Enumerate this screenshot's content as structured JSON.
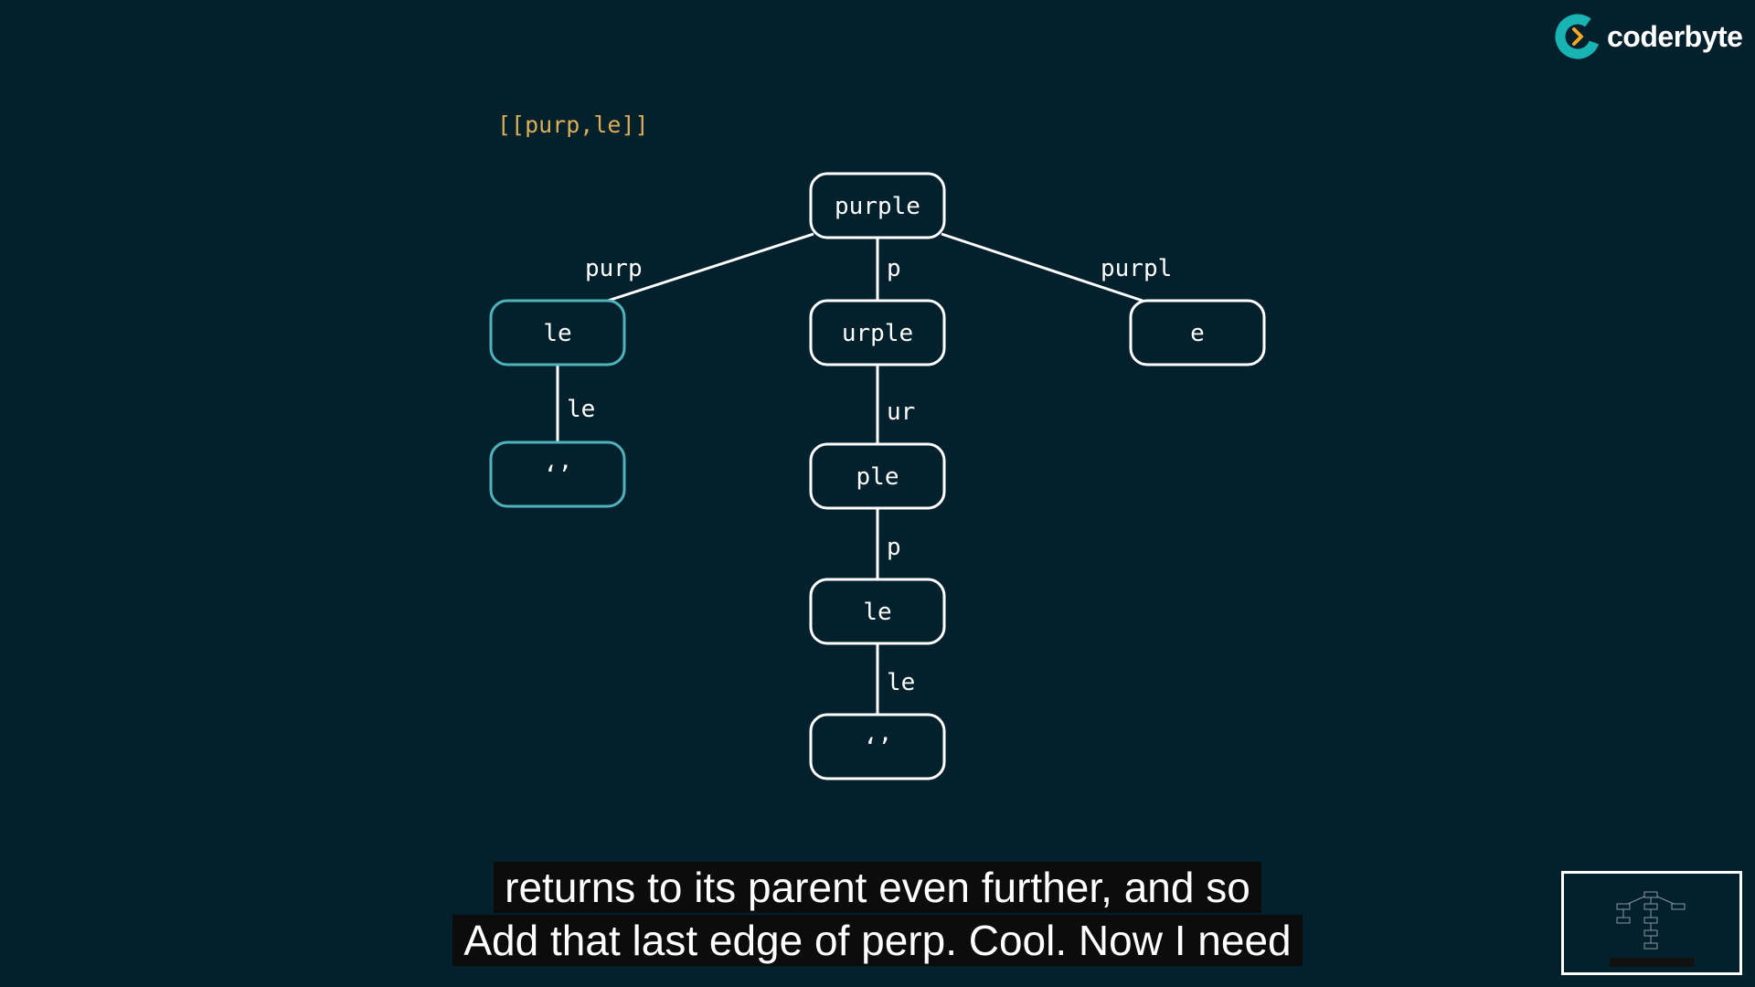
{
  "brand": {
    "name": "coderbyte",
    "accent": "#18b4b4",
    "arrow_color": "#f5a623"
  },
  "result_label": "[[purp,le]]",
  "colors": {
    "background": "#03202d",
    "result_text": "#dcae55",
    "highlight_node": "#4fb3bb"
  },
  "tree": {
    "nodes": [
      {
        "id": "root",
        "label": "purple",
        "highlight": false
      },
      {
        "id": "le1",
        "label": "le",
        "highlight": true
      },
      {
        "id": "urple",
        "label": "urple",
        "highlight": false
      },
      {
        "id": "e",
        "label": "e",
        "highlight": false
      },
      {
        "id": "empty1",
        "label": "‘’",
        "highlight": true
      },
      {
        "id": "ple",
        "label": "ple",
        "highlight": false
      },
      {
        "id": "le2",
        "label": "le",
        "highlight": false
      },
      {
        "id": "empty2",
        "label": "‘’",
        "highlight": false
      }
    ],
    "edges": [
      {
        "from": "root",
        "to": "le1",
        "label": "purp"
      },
      {
        "from": "root",
        "to": "urple",
        "label": "p"
      },
      {
        "from": "root",
        "to": "e",
        "label": "purpl"
      },
      {
        "from": "le1",
        "to": "empty1",
        "label": "le"
      },
      {
        "from": "urple",
        "to": "ple",
        "label": "ur"
      },
      {
        "from": "ple",
        "to": "le2",
        "label": "p"
      },
      {
        "from": "le2",
        "to": "empty2",
        "label": "le"
      }
    ]
  },
  "captions": {
    "line1": "returns to its parent even further, and so",
    "line2": "Add that last edge of perp. Cool. Now I need"
  }
}
